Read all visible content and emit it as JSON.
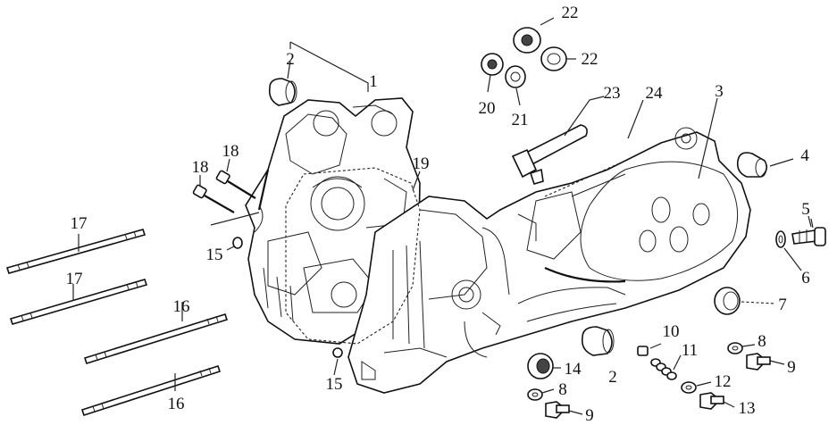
{
  "diagram": {
    "callouts": [
      {
        "id": "c1",
        "text": "1"
      },
      {
        "id": "c2a",
        "text": "2"
      },
      {
        "id": "c2b",
        "text": "2"
      },
      {
        "id": "c3",
        "text": "3"
      },
      {
        "id": "c4",
        "text": "4"
      },
      {
        "id": "c5",
        "text": "5"
      },
      {
        "id": "c6",
        "text": "6"
      },
      {
        "id": "c7",
        "text": "7"
      },
      {
        "id": "c8a",
        "text": "8"
      },
      {
        "id": "c8b",
        "text": "8"
      },
      {
        "id": "c9a",
        "text": "9"
      },
      {
        "id": "c9b",
        "text": "9"
      },
      {
        "id": "c10",
        "text": "10"
      },
      {
        "id": "c11",
        "text": "11"
      },
      {
        "id": "c12",
        "text": "12"
      },
      {
        "id": "c13",
        "text": "13"
      },
      {
        "id": "c14",
        "text": "14"
      },
      {
        "id": "c15a",
        "text": "15"
      },
      {
        "id": "c15b",
        "text": "15"
      },
      {
        "id": "c16a",
        "text": "16"
      },
      {
        "id": "c16b",
        "text": "16"
      },
      {
        "id": "c17a",
        "text": "17"
      },
      {
        "id": "c17b",
        "text": "17"
      },
      {
        "id": "c18a",
        "text": "18"
      },
      {
        "id": "c18b",
        "text": "18"
      },
      {
        "id": "c19",
        "text": "19"
      },
      {
        "id": "c20",
        "text": "20"
      },
      {
        "id": "c21",
        "text": "21"
      },
      {
        "id": "c22a",
        "text": "22"
      },
      {
        "id": "c22b",
        "text": "22"
      },
      {
        "id": "c23",
        "text": "23"
      },
      {
        "id": "c24",
        "text": "24"
      }
    ]
  }
}
